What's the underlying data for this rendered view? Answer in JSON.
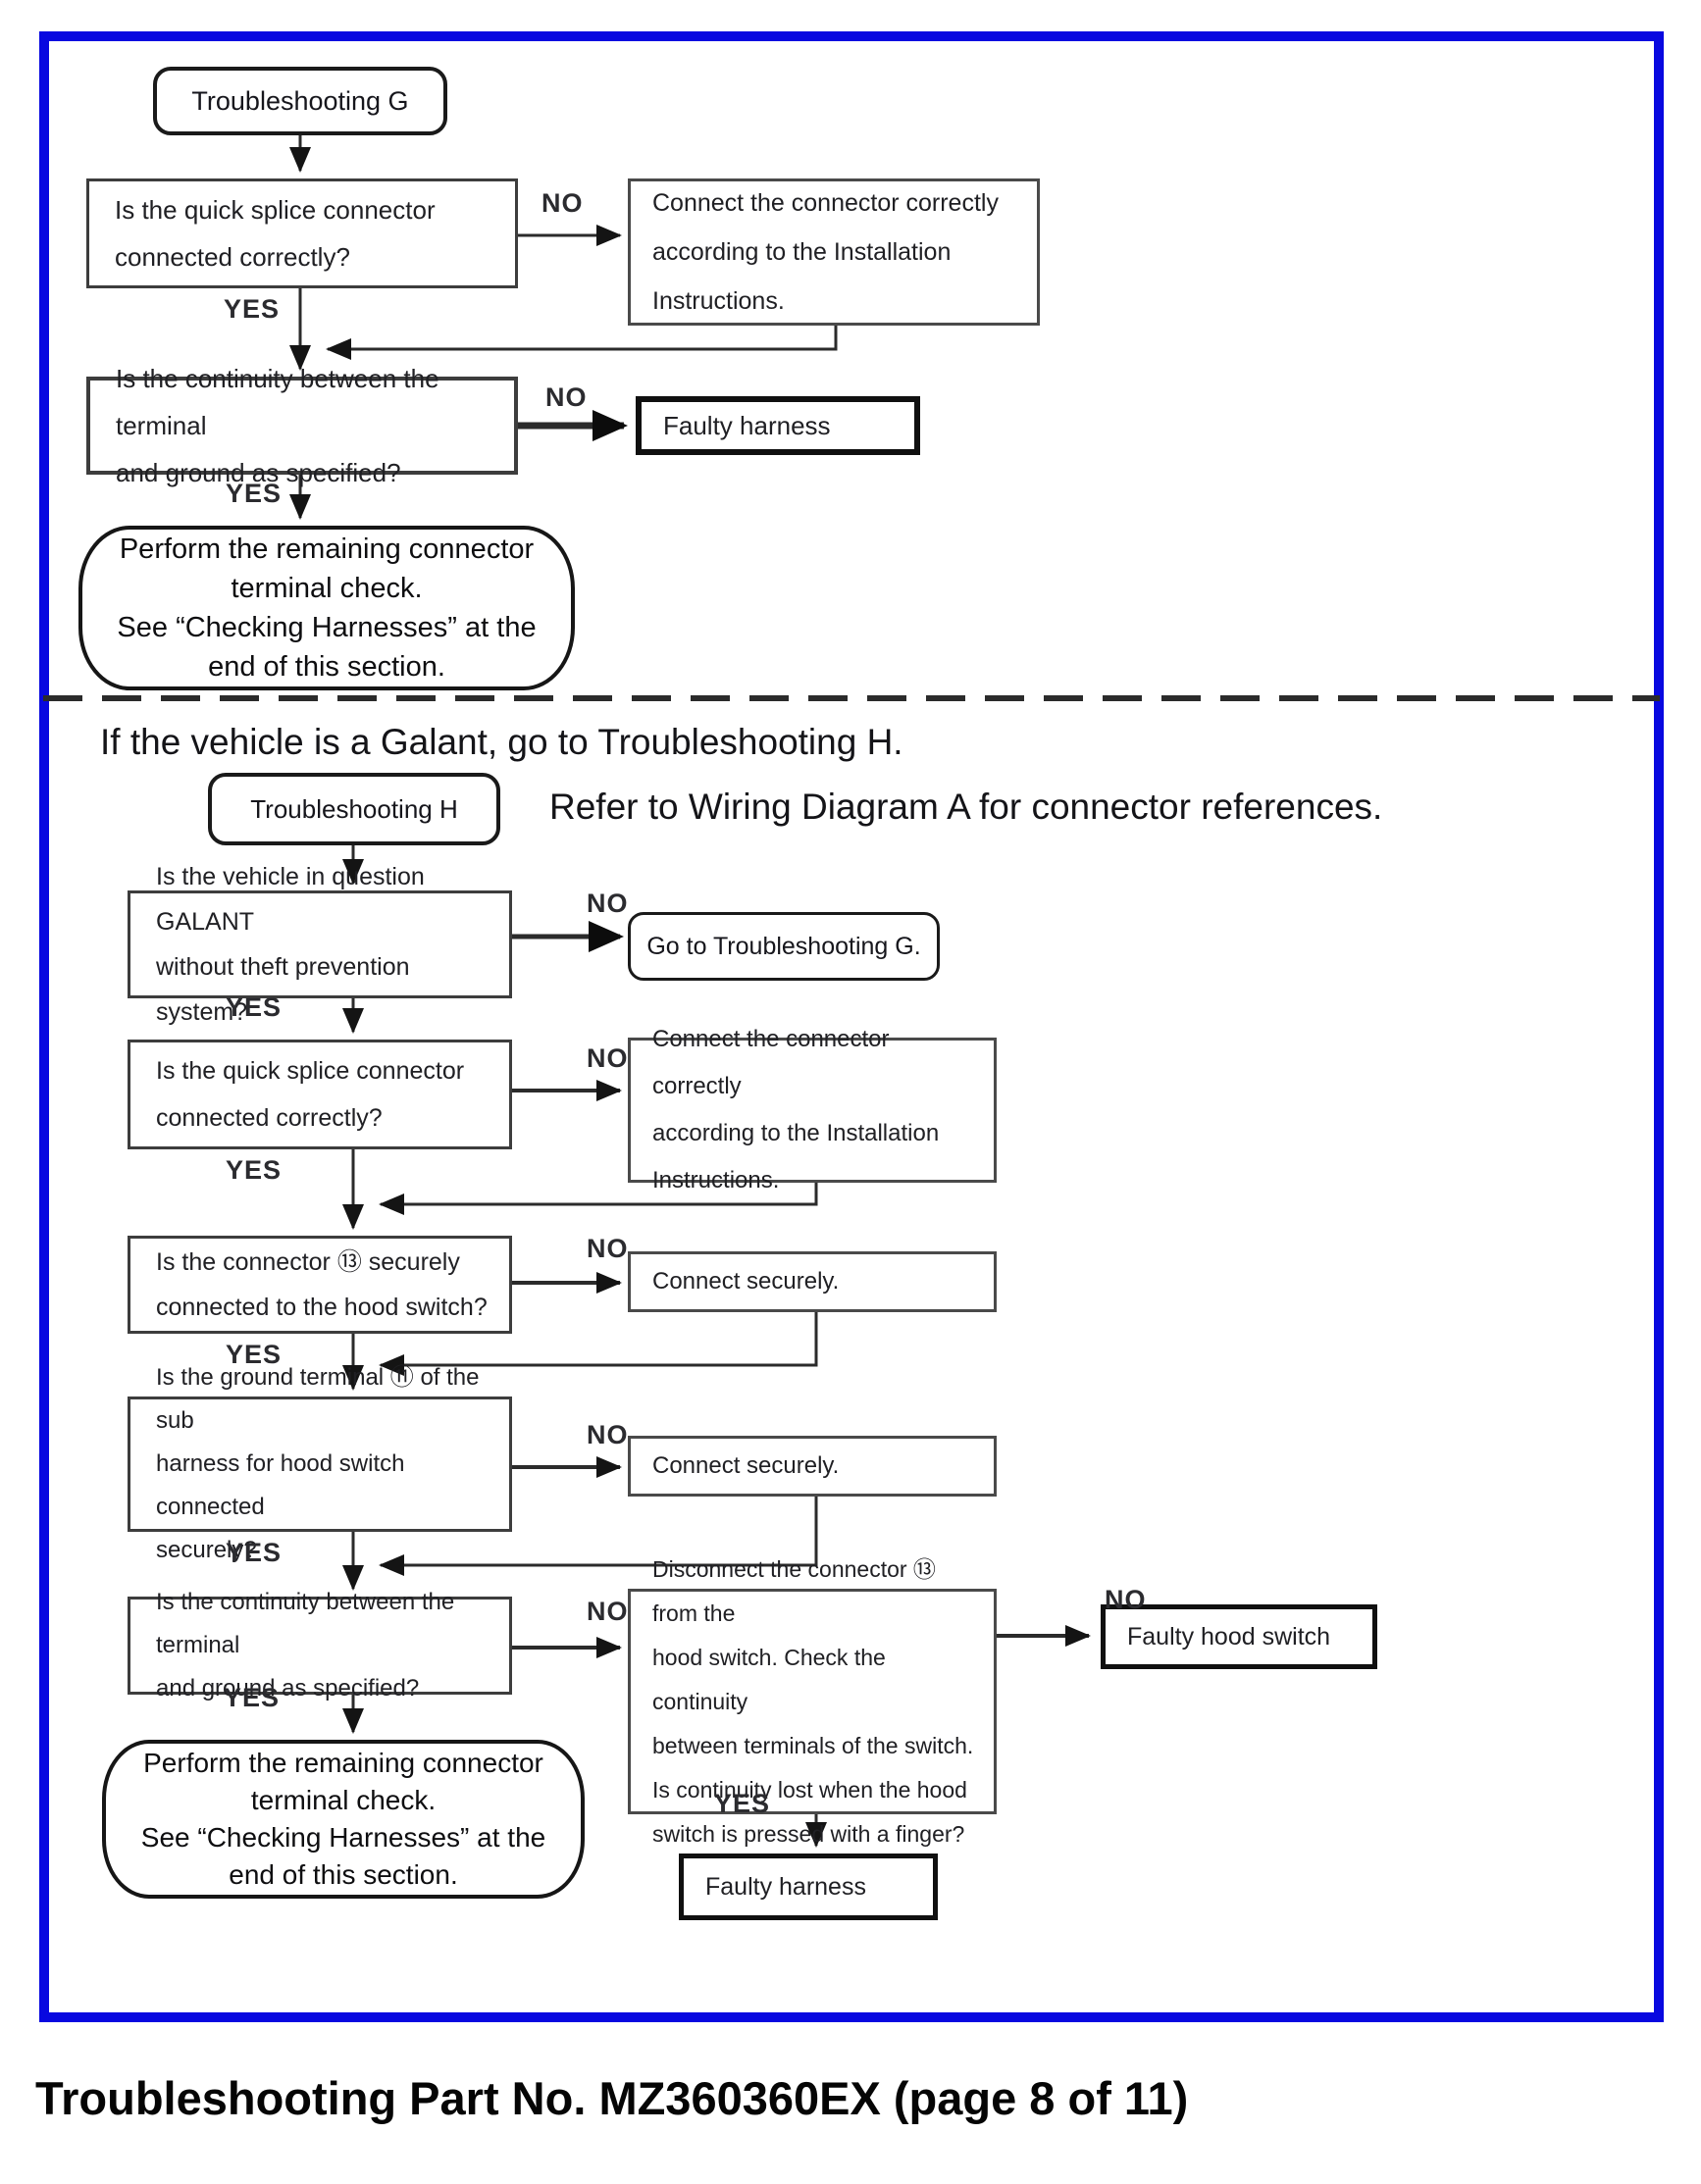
{
  "labels": {
    "yes": "YES",
    "no": "NO"
  },
  "g": {
    "start": "Troubleshooting G",
    "q1": "Is the quick splice connector\nconnected correctly?",
    "a1": "Connect the connector correctly\naccording to the Installation\nInstructions.",
    "q2": "Is the continuity between the terminal\nand ground as specified?",
    "r1": "Faulty harness",
    "end": "Perform the remaining connector\nterminal check.\nSee “Checking Harnesses” at the\nend of this section."
  },
  "h": {
    "intro": "If the vehicle is a Galant, go to Troubleshooting H.",
    "start": "Troubleshooting H",
    "note": "Refer to Wiring Diagram A for connector references.",
    "q1": "Is the vehicle in question GALANT\nwithout theft prevention system?",
    "r1": "Go to Troubleshooting G.",
    "q2": "Is the quick splice connector\nconnected correctly?",
    "a2": "Connect the connector correctly\naccording to the Installation\nInstructions.",
    "q3": "Is the connector ⑬ securely\nconnected to the hood switch?",
    "a3": "Connect securely.",
    "q4": "Is the ground terminal ⑪ of the sub\nharness for hood switch connected\nsecurely?",
    "a4": "Connect securely.",
    "q5": "Is the continuity between the terminal\nand ground as specified?",
    "a5": "Disconnect the connector ⑬ from the\nhood switch. Check the continuity\nbetween terminals of the switch.\nIs continuity lost when the hood\nswitch is pressed with a finger?",
    "r2": "Faulty hood switch",
    "r3": "Faulty harness",
    "end": "Perform the remaining connector\nterminal check.\nSee “Checking Harnesses” at the\nend of this section."
  },
  "caption": "Troubleshooting Part No. MZ360360EX (page 8 of 11)"
}
